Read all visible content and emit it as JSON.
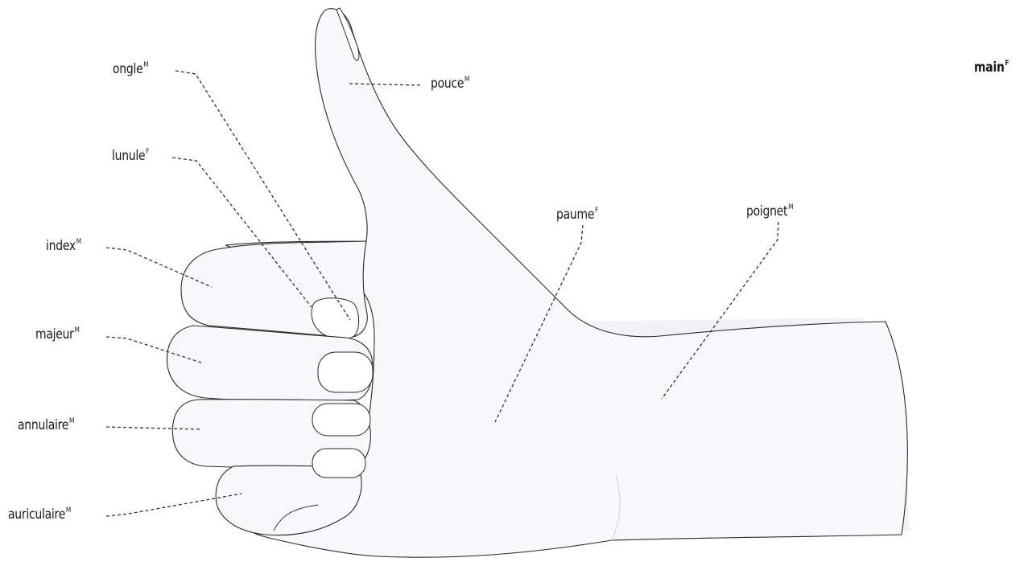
{
  "diagram": {
    "title": {
      "text": "main",
      "gender": "F"
    },
    "labels": [
      {
        "id": "ongle",
        "text": "ongle",
        "gender": "M"
      },
      {
        "id": "pouce",
        "text": "pouce",
        "gender": "M"
      },
      {
        "id": "lunule",
        "text": "lunule",
        "gender": "F"
      },
      {
        "id": "paume",
        "text": "paume",
        "gender": "F"
      },
      {
        "id": "poignet",
        "text": "poignet",
        "gender": "M"
      },
      {
        "id": "index",
        "text": "index",
        "gender": "M"
      },
      {
        "id": "majeur",
        "text": "majeur",
        "gender": "M"
      },
      {
        "id": "annulaire",
        "text": "annulaire",
        "gender": "M"
      },
      {
        "id": "auriculaire",
        "text": "auriculaire",
        "gender": "M"
      }
    ],
    "colors": {
      "outline": "#2a2a2a",
      "skin": "#f7f8fc",
      "shadow": "#e9ebf3",
      "leader": "#333333",
      "text": "#1a1a1a"
    }
  }
}
